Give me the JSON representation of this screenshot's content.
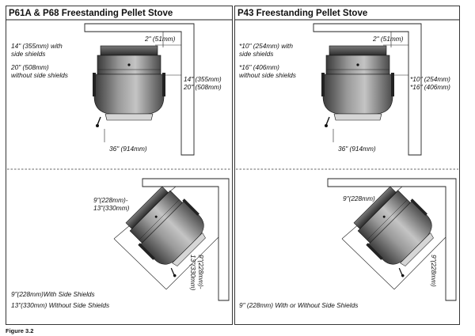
{
  "left_panel": {
    "title": "P61A & P68 Freestanding Pellet Stove",
    "top": {
      "side_with_shields": "14\" (355mm) with",
      "side_with_shields_2": "side shields",
      "side_without_shields": "20\" (508mm)",
      "side_without_shields_2": "without side shields",
      "rear_clearance": "2\" (51mm)",
      "right_clearance_1": "14\" (355mm)",
      "right_clearance_2": "20\" (508mm)",
      "front_clearance": "36\" (914mm)"
    },
    "corner": {
      "top_dim_1": "9\"(228mm)-",
      "top_dim_2": "13\"(330mm)",
      "side_dim_1": "9\"(228mm)-",
      "side_dim_2": "13\"(330mm)",
      "note_1": "9\"(228mm)With Side Shields",
      "note_2": "13\"(330mm) Without Side Shields"
    }
  },
  "right_panel": {
    "title": "P43 Freestanding Pellet Stove",
    "top": {
      "side_with_shields": "*10\" (254mm) with",
      "side_with_shields_2": "side shields",
      "side_without_shields": "*16\" (406mm)",
      "side_without_shields_2": "without side shields",
      "rear_clearance": "2\" (51mm)",
      "right_clearance_1": "*10\" (254mm)",
      "right_clearance_2": "*16\" (406mm)",
      "front_clearance": "36\" (914mm)"
    },
    "corner": {
      "top_dim": "9\"(228mm)",
      "side_dim": "9\"(228mm)",
      "note": "9\" (228mm) With or Without Side Shields"
    }
  },
  "figure_label": "Figure 3.2"
}
